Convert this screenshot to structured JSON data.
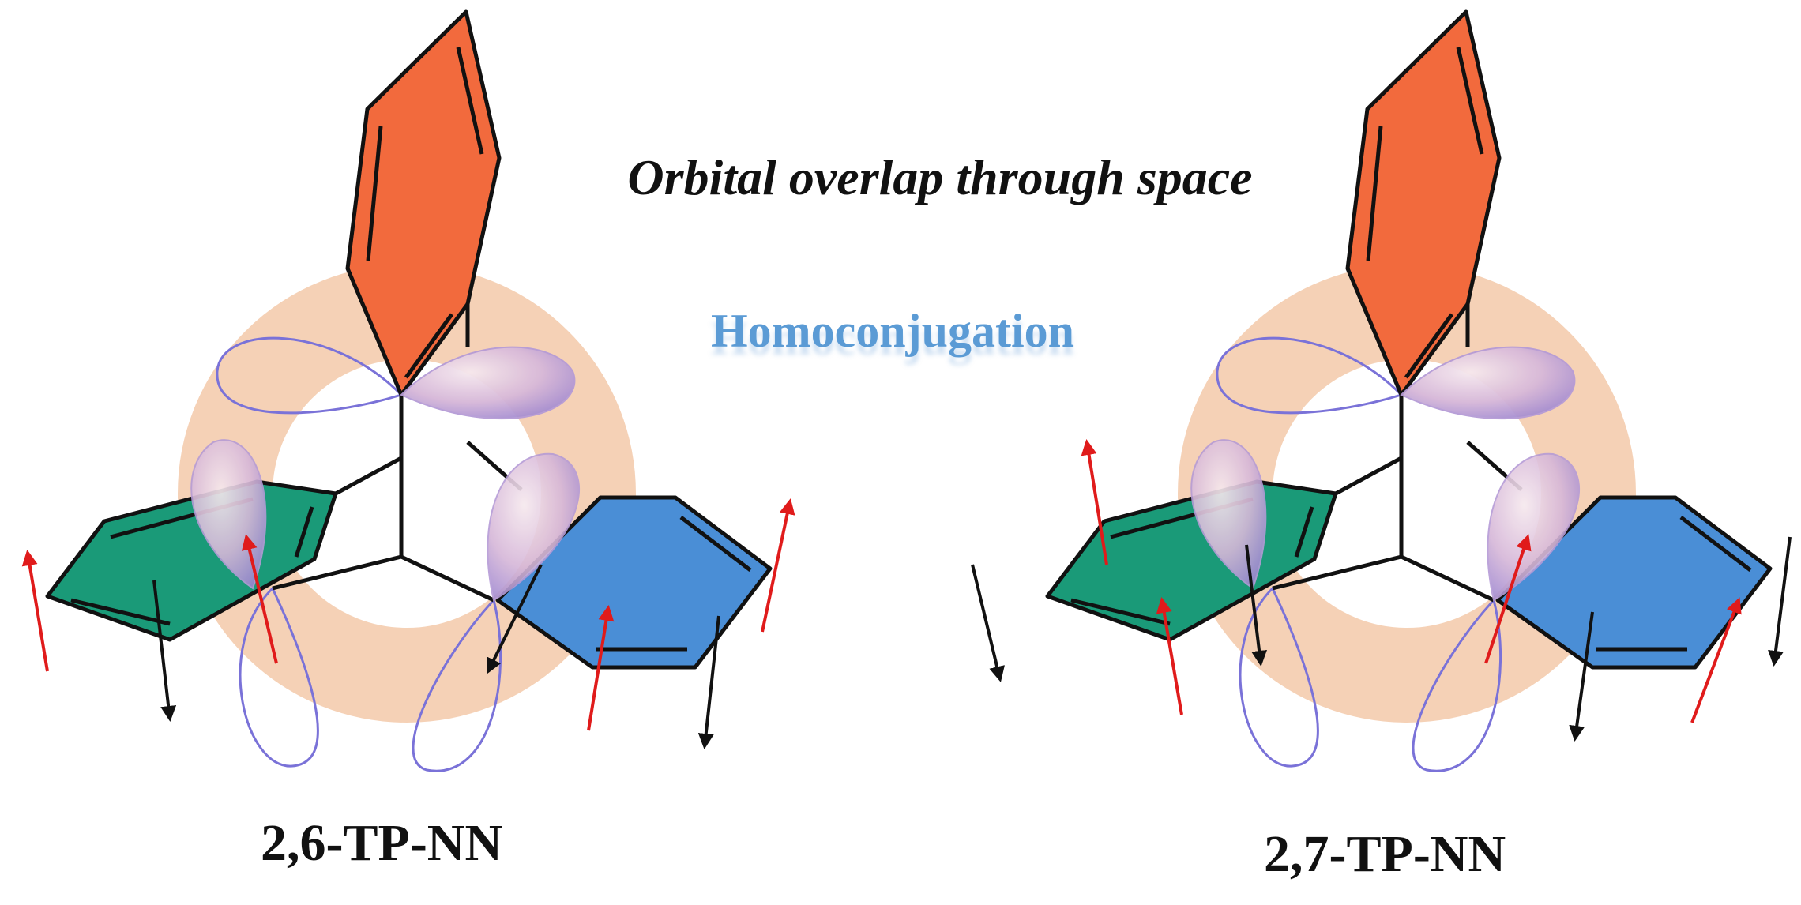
{
  "headline": "Orbital overlap through space",
  "subheadline": "Homoconjugation",
  "molecules": [
    {
      "label": "2,6-TP-NN"
    },
    {
      "label": "2,7-TP-NN"
    }
  ],
  "colors": {
    "top_ring": "#f26a3d",
    "left_ring": "#1a9a78",
    "right_ring": "#4a8ed6",
    "torus": "#f2c29e",
    "lobe": "#c9a3d6",
    "orbital_outline": "#7a72d8",
    "spin_up_arrow": "#e01b1b",
    "spin_down_arrow": "#111111",
    "homoconjugation_text": "#5b9bd5"
  }
}
